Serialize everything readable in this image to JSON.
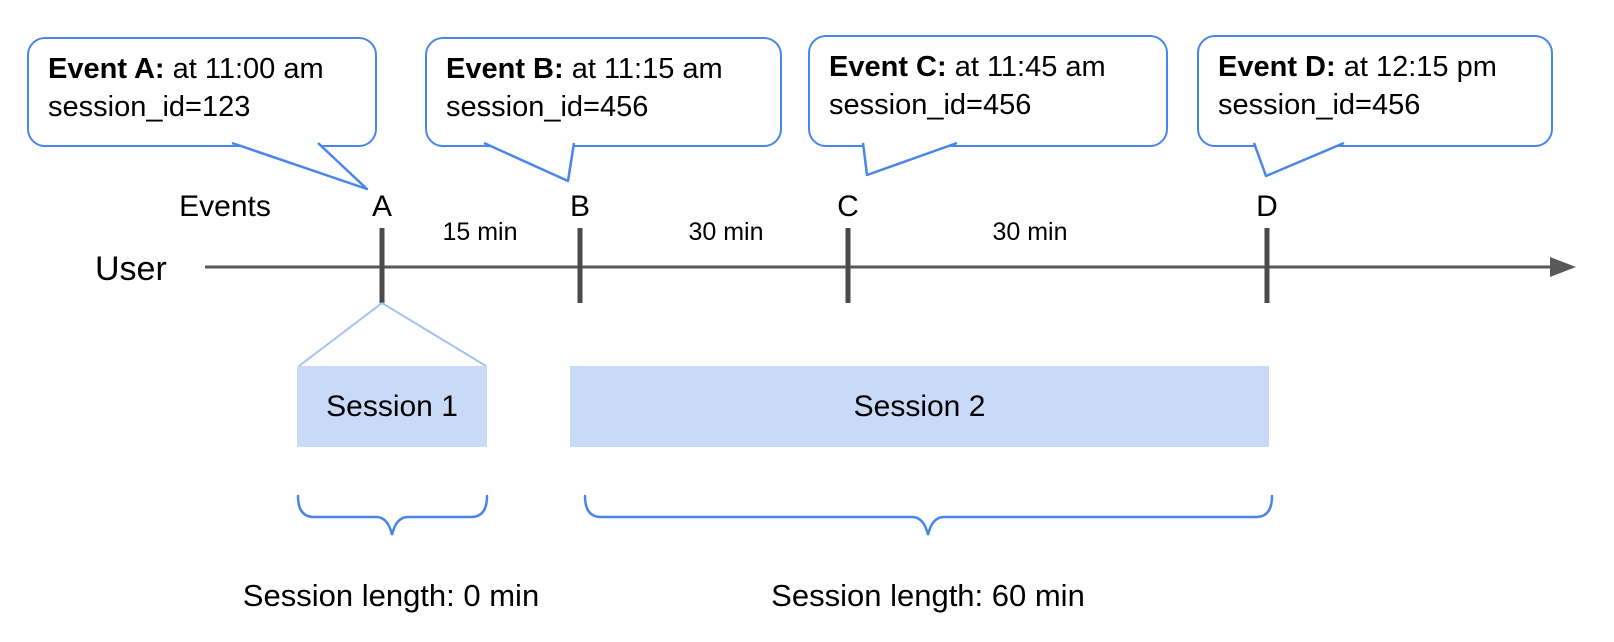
{
  "axis": {
    "events_label": "Events",
    "user_label": "User"
  },
  "events": [
    {
      "label": "A",
      "callout": {
        "title": "Event A:",
        "time": "at 11:00 am",
        "session": "session_id=123"
      }
    },
    {
      "label": "B",
      "callout": {
        "title": "Event B:",
        "time": "at 11:15 am",
        "session": "session_id=456"
      }
    },
    {
      "label": "C",
      "callout": {
        "title": "Event C:",
        "time": "at 11:45 am",
        "session": "session_id=456"
      }
    },
    {
      "label": "D",
      "callout": {
        "title": "Event D:",
        "time": "at 12:15 pm",
        "session": "session_id=456"
      }
    }
  ],
  "intervals": [
    {
      "between": "A-B",
      "label": "15 min"
    },
    {
      "between": "B-C",
      "label": "30 min"
    },
    {
      "between": "C-D",
      "label": "30 min"
    }
  ],
  "sessions": [
    {
      "name": "Session 1",
      "length_label": "Session length: 0 min"
    },
    {
      "name": "Session 2",
      "length_label": "Session length: 60 min"
    }
  ],
  "colors": {
    "callout_border": "#4a86e8",
    "brace": "#4a86e8",
    "session_fill": "#c9daf8",
    "connector_line": "#a4c2f4",
    "timeline": "#595959",
    "tick": "#4a4a4a",
    "text": "#000000"
  }
}
